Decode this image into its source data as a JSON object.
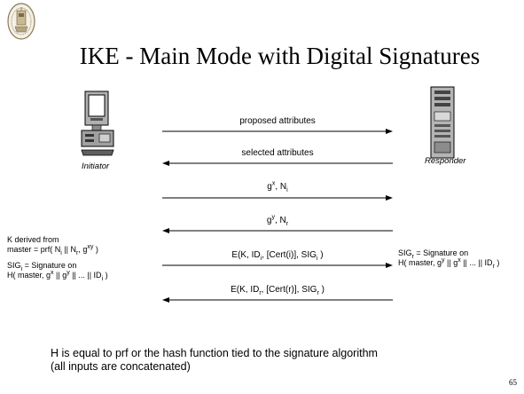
{
  "title": "IKE - Main Mode with Digital Signatures",
  "initiator_label": "Initiator",
  "responder_label": "Responder",
  "messages": [
    {
      "html": "proposed attributes",
      "direction": "right"
    },
    {
      "html": "selected attributes",
      "direction": "left"
    },
    {
      "html": "g<sup>x</sup>, N<sub>i</sub>",
      "direction": "right"
    },
    {
      "html": "g<sup>y</sup>, N<sub>r</sub>",
      "direction": "left"
    },
    {
      "html": "E(K, ID<sub>i</sub>, [Cert(i)], SIG<sub>i</sub> )",
      "direction": "right"
    },
    {
      "html": "E(K, ID<sub>r</sub>, [Cert(r)], SIG<sub>r</sub> )",
      "direction": "left"
    }
  ],
  "left_notes": {
    "k_derived_line1": "K derived from",
    "k_derived_line2_html": "master = prf( N<sub>i</sub> || N<sub>r</sub>, g<sup>xy</sup> )",
    "sig_i_line1_html": "SIG<sub>i</sub> = Signature on",
    "sig_i_line2_html": "H( master, g<sup>x</sup> || g<sup>y</sup> || ... || ID<sub>i</sub> )"
  },
  "right_notes": {
    "sig_r_line1_html": "SIG<sub>r</sub> = Signature on",
    "sig_r_line2_html": "H( master, g<sup>y</sup> || g<sup>x</sup> || ... || ID<sub>r</sub> )"
  },
  "footnote_line1": "H is equal to prf or the hash function tied to the signature algorithm",
  "footnote_line2": "(all inputs are concatenated)",
  "page_number": "65",
  "colors": {
    "line": "#000000",
    "computer_body": "#a8a8a8",
    "computer_dark": "#3c3c3c",
    "screen": "#ffffff"
  }
}
